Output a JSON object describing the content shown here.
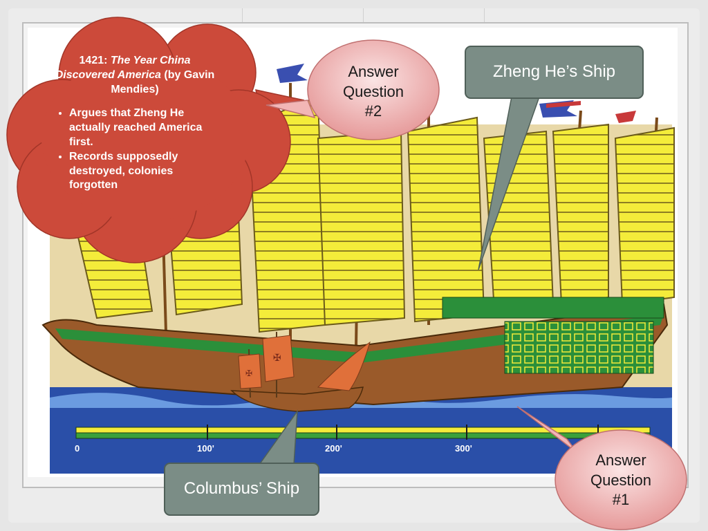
{
  "cloud": {
    "title_year": "1421:",
    "title_italic": "The Year China Discovered America",
    "title_author": "(by Gavin Mendies)",
    "bullets": [
      "Argues that Zheng He actually reached America first.",
      "Records supposedly destroyed, colonies forgotten"
    ]
  },
  "callouts": {
    "answer2": [
      "Answer",
      "Question",
      "#2"
    ],
    "answer1": [
      "Answer",
      "Question",
      "#1"
    ],
    "zheng_he_ship": "Zheng He’s Ship",
    "columbus_ship": "Columbus’ Ship"
  },
  "ruler": {
    "labels": [
      "0",
      "100'",
      "200'",
      "300'"
    ]
  },
  "colors": {
    "cloud_fill": "#cc4a3a",
    "callout_pink": "#f2b6b6",
    "label_grey": "#7b8d86",
    "sail_yellow": "#f4ec3a",
    "sea_blue": "#2a4fa8",
    "hull_brown": "#9a5a2a",
    "hull_green": "#2b8f3a"
  }
}
